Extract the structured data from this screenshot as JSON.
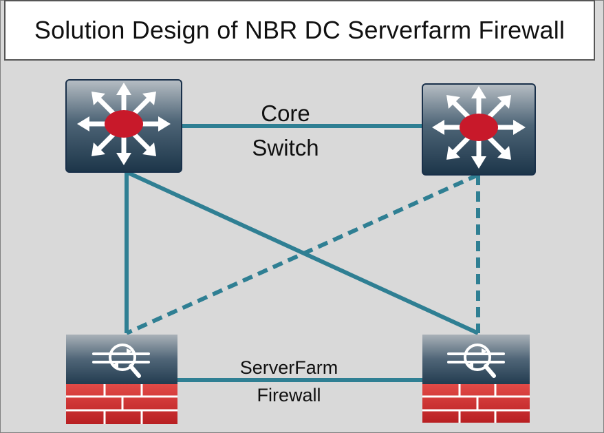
{
  "title": "Solution Design of NBR DC Serverfarm Firewall",
  "labels": {
    "core_line1": "Core",
    "core_line2": "Switch",
    "fw_line1": "ServerFarm",
    "fw_line2": "Firewall"
  },
  "colors": {
    "link": "#2f7f93",
    "device_dark": "#1f3b52",
    "device_light": "#8a949c",
    "switch_center": "#c8192a",
    "firewall_red": "#d7312f",
    "background": "#d9d9d9"
  },
  "icons": {
    "core_switch": "layer3-switch-icon",
    "firewall": "firewall-icon"
  }
}
